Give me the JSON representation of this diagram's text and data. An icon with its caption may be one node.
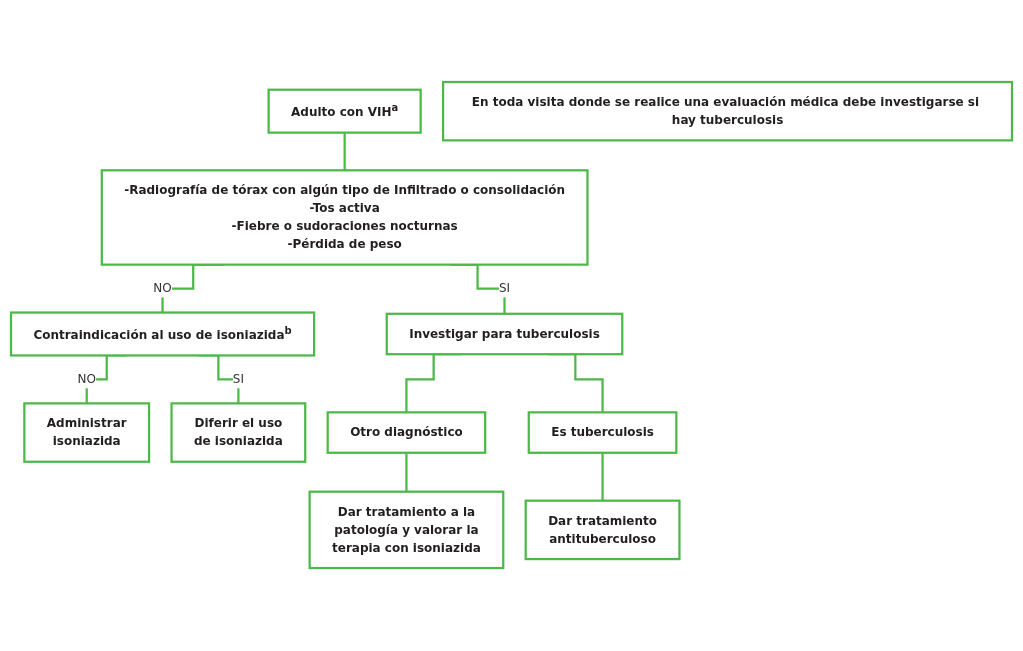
{
  "diagram": {
    "nodes": [
      {
        "text": [
          "Adulto con VIH$^{a}$"
        ]
      },
      {
        "text": [
          "-Radiografía de tórax con algún tipo de Infiltrado o consolidación",
          "-Tos activa",
          "-Fiebre o sudoraciones nocturnas",
          "-Pérdida de peso"
        ]
      },
      {
        "text": [
          "Contraindicación al uso de isoniazida$^{b}$"
        ]
      },
      {
        "text": [
          "Investigar para tuberculosis"
        ]
      },
      {
        "text": [
          "Administrar isoniazida"
        ]
      },
      {
        "text": [
          "Diferir el uso de isoniazida"
        ]
      },
      {
        "text": [
          "Otro diagnóstico"
        ]
      },
      {
        "text": [
          "Es tuberculosis"
        ]
      },
      {
        "text": [
          "Dar tratamiento a la patología y valorar la terapia con isoniazida"
        ]
      },
      {
        "text": [
          "Dar tratamiento antituberculoso"
        ]
      },
      {
        "text": [
          "En toda visita donde se realice una evaluación médica debe investigarse si hay tuberculosis"
        ]
      }
    ],
    "edges": [
      {
        "from": 0,
        "to": 1,
        "arrow": "none"
      },
      {
        "from": 1,
        "to": 2,
        "arrow": "none",
        "label": "NO"
      },
      {
        "from": 1,
        "to": 3,
        "arrow": "none",
        "label": "SI"
      },
      {
        "from": 2,
        "to": 4,
        "arrow": "none",
        "label": "NO"
      },
      {
        "from": 2,
        "to": 5,
        "arrow": "none",
        "label": "SI"
      },
      {
        "from": 3,
        "to": 6,
        "arrow": "none"
      },
      {
        "from": 3,
        "to": 7,
        "arrow": "none"
      },
      {
        "from": 6,
        "to": 8,
        "arrow": "none"
      },
      {
        "from": 7,
        "to": 9,
        "arrow": "none"
      }
    ]
  }
}
